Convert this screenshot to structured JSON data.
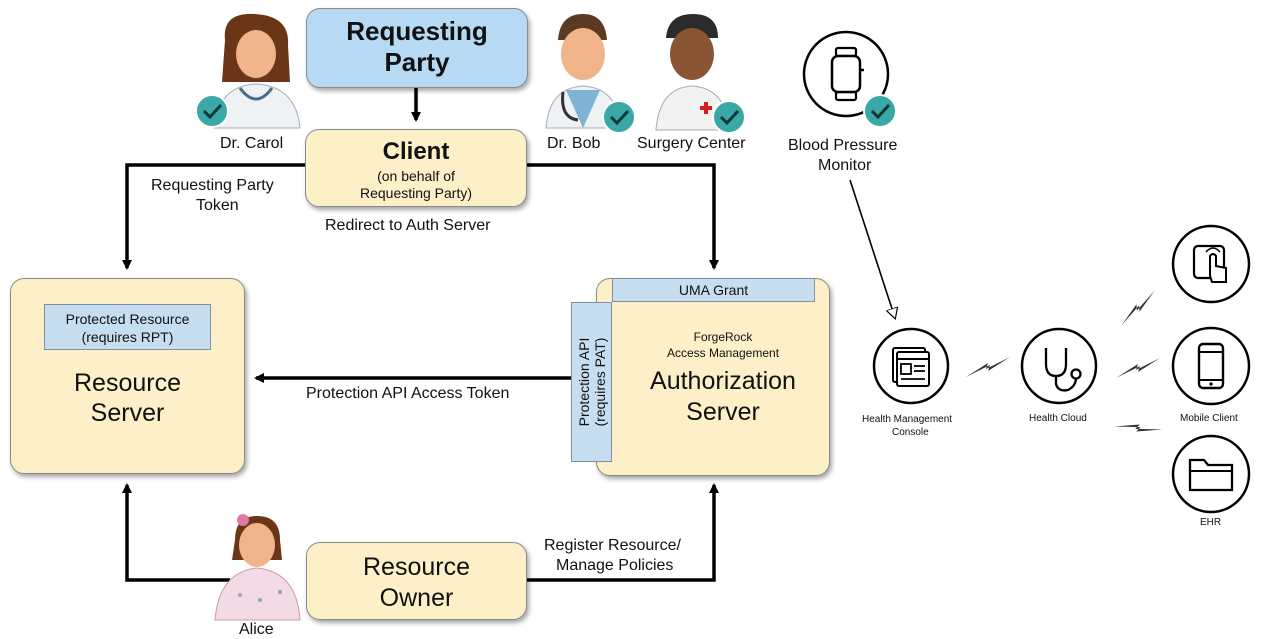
{
  "requesting_party": {
    "title": "Requesting Party"
  },
  "client": {
    "title": "Client",
    "subtitle_line1": "(on behalf of",
    "subtitle_line2": "Requesting Party)"
  },
  "actors": {
    "carol": "Dr. Carol",
    "bob": "Dr. Bob",
    "surgery": "Surgery Center",
    "alice": "Alice"
  },
  "device": {
    "line1": "Blood Pressure",
    "line2": "Monitor"
  },
  "flows": {
    "rpt_line1": "Requesting Party",
    "rpt_line2": "Token",
    "redirect": "Redirect to Auth Server",
    "pat_token": "Protection API Access Token",
    "register_line1": "Register Resource/",
    "register_line2": "Manage Policies"
  },
  "resource_server": {
    "protected_line1": "Protected Resource",
    "protected_line2": "(requires RPT)",
    "title_line1": "Resource",
    "title_line2": "Server"
  },
  "auth_server": {
    "uma_grant": "UMA Grant",
    "protection_api_line1": "Protection API",
    "protection_api_line2": "(requires PAT)",
    "vendor_line1": "ForgeRock",
    "vendor_line2": "Access Management",
    "title_line1": "Authorization",
    "title_line2": "Server"
  },
  "resource_owner": {
    "title_line1": "Resource",
    "title_line2": "Owner"
  },
  "network": {
    "hmc_line1": "Health Management",
    "hmc_line2": "Console",
    "cloud": "Health Cloud",
    "mobile": "Mobile Client",
    "ehr": "EHR"
  },
  "colors": {
    "blue": "#b6daf3",
    "cream": "#fdefc8",
    "badge": "#3aa8a6"
  },
  "icons": [
    "person-avatar",
    "check-badge-icon",
    "smartwatch-icon",
    "console-icon",
    "stethoscope-icon",
    "touch-tablet-icon",
    "mobile-phone-icon",
    "folder-icon",
    "lightning-icon"
  ]
}
